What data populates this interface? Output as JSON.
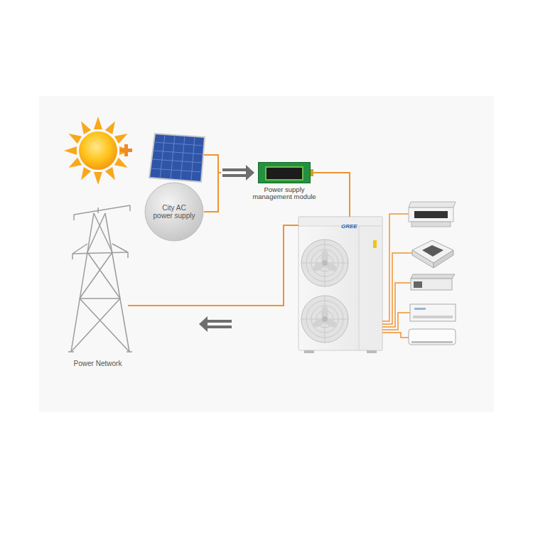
{
  "diagram": {
    "nodes": [
      {
        "text": [
          "City AC power supply"
        ]
      },
      {
        "text": [
          "Power supply management module"
        ]
      },
      {
        "text": [
          "GREE"
        ]
      },
      {
        "text": [
          "Power Network"
        ]
      }
    ],
    "edges": [
      {
        "from": 0,
        "to": 1,
        "arrow": "to"
      },
      {
        "from": 1,
        "to": 2,
        "arrow": "none"
      },
      {
        "from": 2,
        "to": 3,
        "arrow": "to"
      }
    ]
  }
}
